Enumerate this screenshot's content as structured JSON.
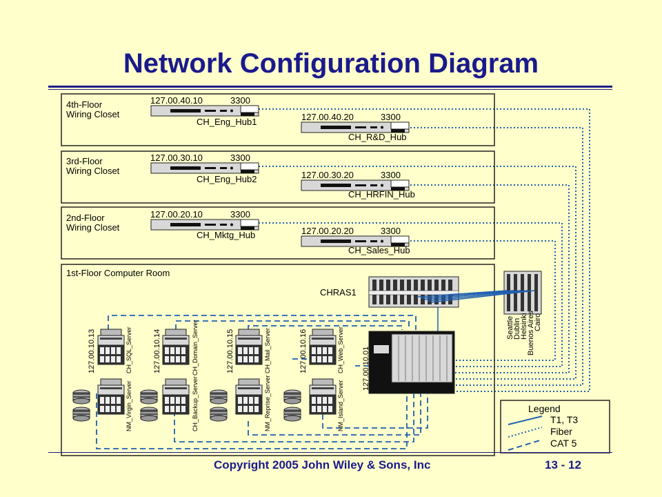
{
  "title": "Network Configuration Diagram",
  "footer": {
    "copyright": "Copyright 2005 John Wiley & Sons, Inc",
    "page": "13 - 12"
  },
  "floors": [
    {
      "name1": "4th-Floor",
      "name2": "Wiring Closet",
      "hubA": {
        "ip": "127.00.40.10",
        "model": "3300",
        "name": "CH_Eng_Hub1"
      },
      "hubB": {
        "ip": "127.00.40.20",
        "model": "3300",
        "name": "CH_R&D_Hub"
      }
    },
    {
      "name1": "3rd-Floor",
      "name2": "Wiring Closet",
      "hubA": {
        "ip": "127.00.30.10",
        "model": "3300",
        "name": "CH_Eng_Hub2"
      },
      "hubB": {
        "ip": "127.00.30.20",
        "model": "3300",
        "name": "CH_HRFIN_Hub"
      }
    },
    {
      "name1": "2nd-Floor",
      "name2": "Wiring Closet",
      "hubA": {
        "ip": "127.00.20.10",
        "model": "3300",
        "name": "CH_Mktg_Hub"
      },
      "hubB": {
        "ip": "127.00.20.20",
        "model": "3300",
        "name": "CH_Sales_Hub"
      }
    }
  ],
  "computer_room": {
    "label": "1st-Floor Computer Room",
    "ras_name": "CHRAS1",
    "switch_ip": "127.00.10.01",
    "modem_cities": [
      "Seattle",
      "Dublin",
      "Helsinki",
      "Buenos Aires",
      "Cairo"
    ],
    "servers": [
      {
        "ip": "127.00.10.13",
        "top": "CH_SQL_Server",
        "bottom": "NM_Virgin_Server"
      },
      {
        "ip": "127.00.10.14",
        "top": "CH_Domain_Server",
        "bottom": "CH_Backup_Server"
      },
      {
        "ip": "127.00.10.15",
        "top": "CH_Mail_Server",
        "bottom": "NM_Reprise_Server"
      },
      {
        "ip": "127.00.10.16",
        "top": "CH_Web_Server",
        "bottom": "NM_Island_Server"
      }
    ]
  },
  "legend": {
    "title": "Legend",
    "items": [
      "T1, T3",
      "Fiber",
      "CAT 5"
    ]
  },
  "colors": {
    "title": "#1a1a8c",
    "background": "#ffffcc",
    "link": "#1f5fb0",
    "device": "#c8c8c8"
  }
}
